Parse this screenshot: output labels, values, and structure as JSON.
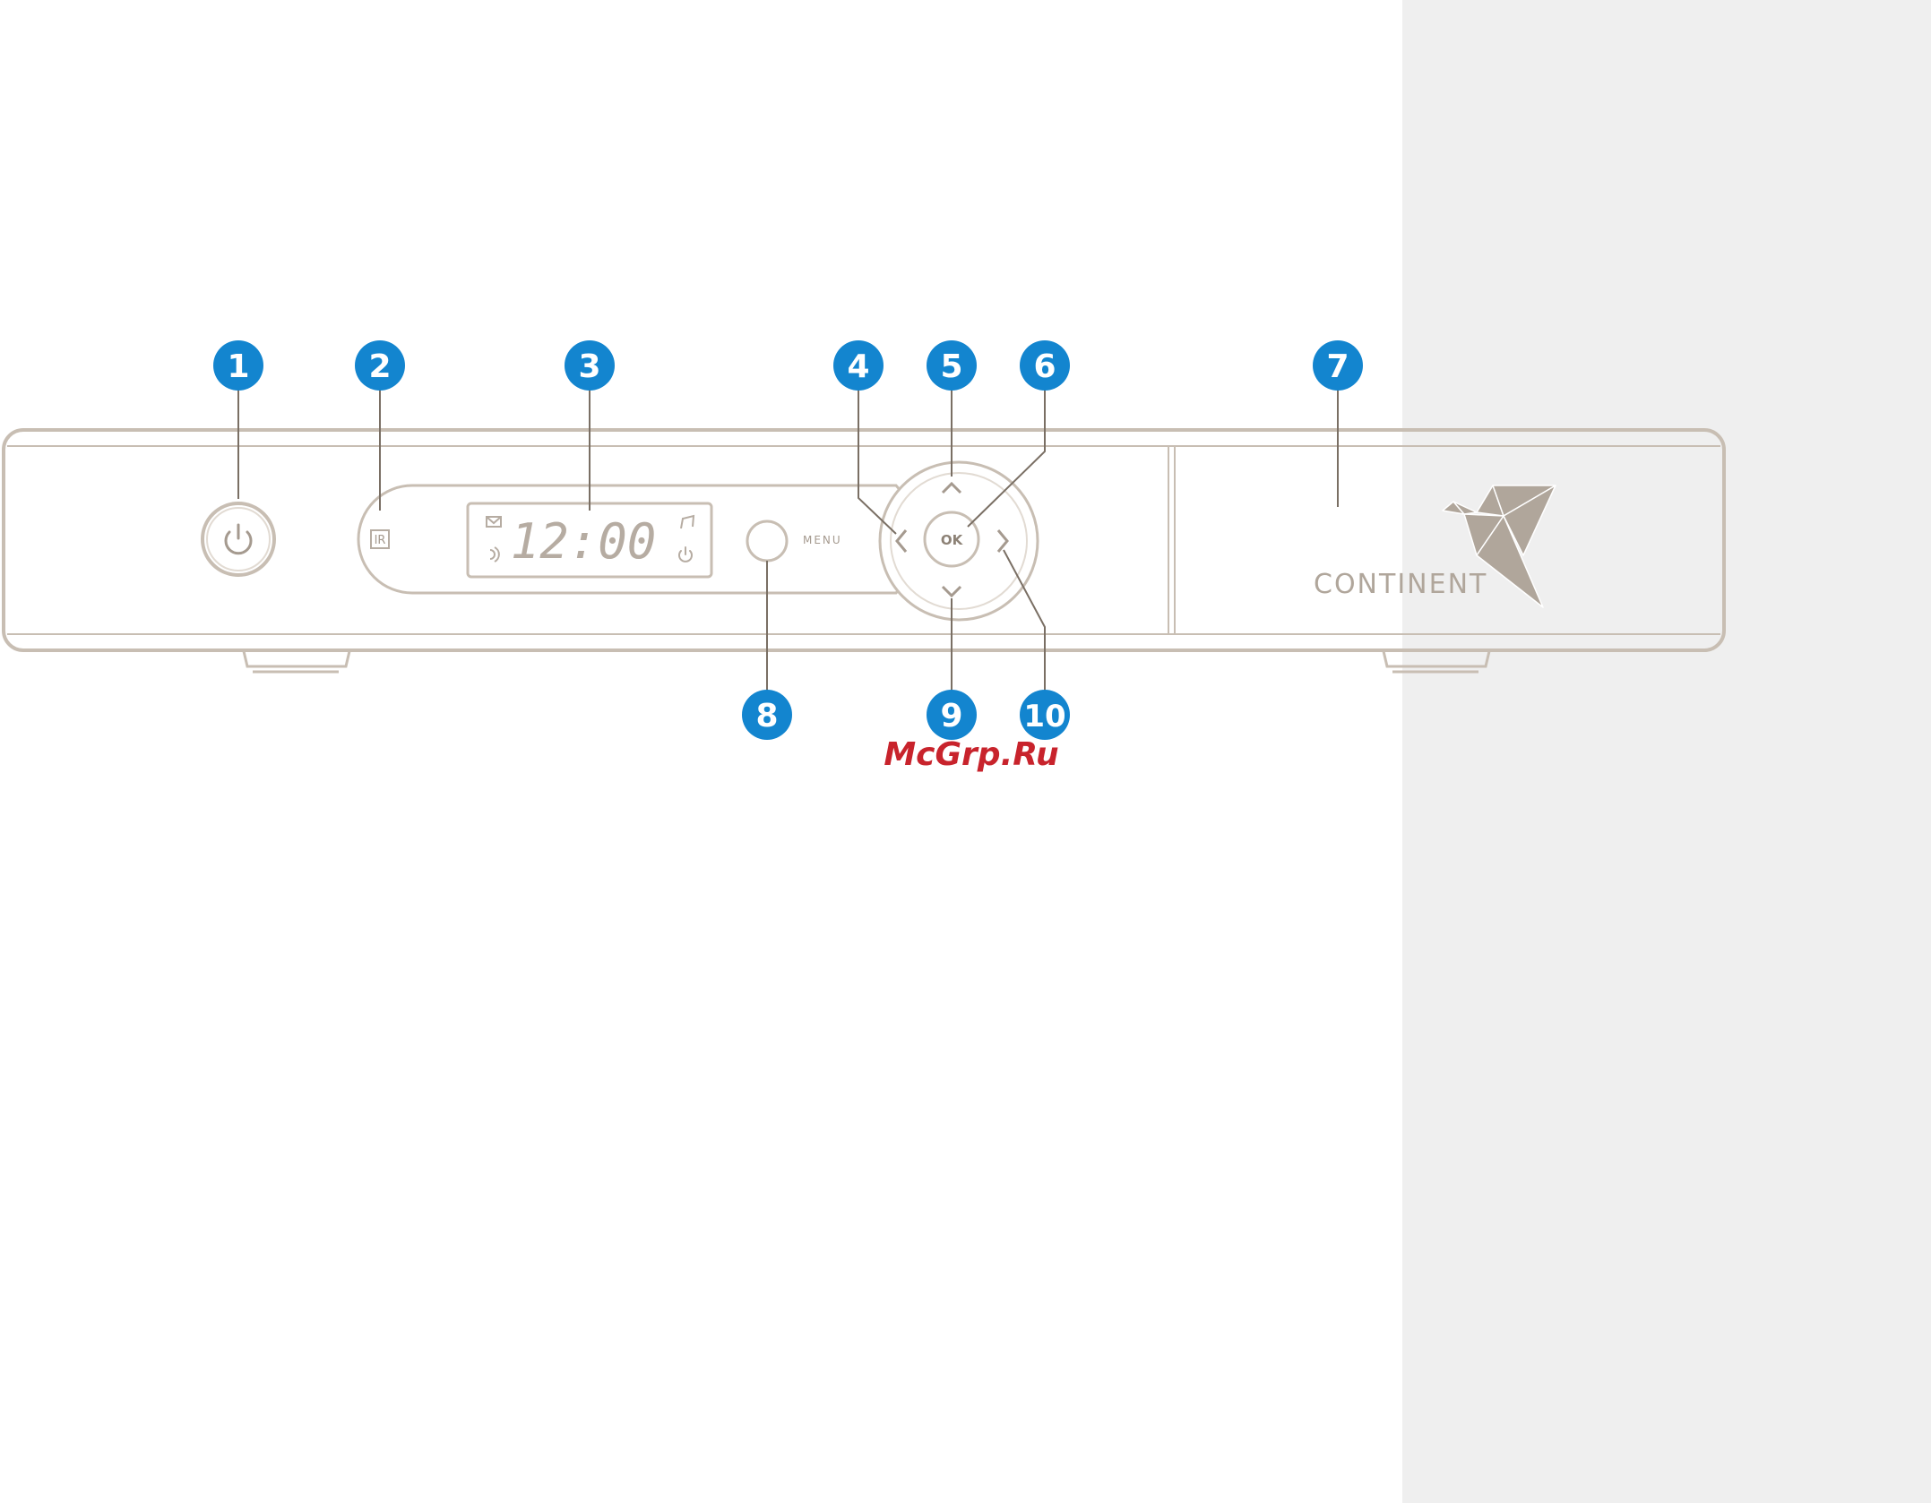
{
  "callouts": [
    {
      "number": "1",
      "target": "power-button"
    },
    {
      "number": "2",
      "target": "ir-receiver"
    },
    {
      "number": "3",
      "target": "display"
    },
    {
      "number": "4",
      "target": "left-button"
    },
    {
      "number": "5",
      "target": "up-button"
    },
    {
      "number": "6",
      "target": "ok-button"
    },
    {
      "number": "7",
      "target": "brand-panel"
    },
    {
      "number": "8",
      "target": "menu-button"
    },
    {
      "number": "9",
      "target": "down-button"
    },
    {
      "number": "10",
      "target": "right-button"
    }
  ],
  "device": {
    "ir_label": "IR",
    "clock": "12:00",
    "menu_label": "MENU",
    "ok_label": "OK",
    "brand": "CONTINENT"
  },
  "watermark": "McGrp.Ru",
  "colors": {
    "callout": "#1385cf",
    "outline": "#c8beb3",
    "leader": "#7a6f64",
    "logo": "#b0a69b",
    "watermark": "#c8232c",
    "side_panel": "#efefef"
  }
}
